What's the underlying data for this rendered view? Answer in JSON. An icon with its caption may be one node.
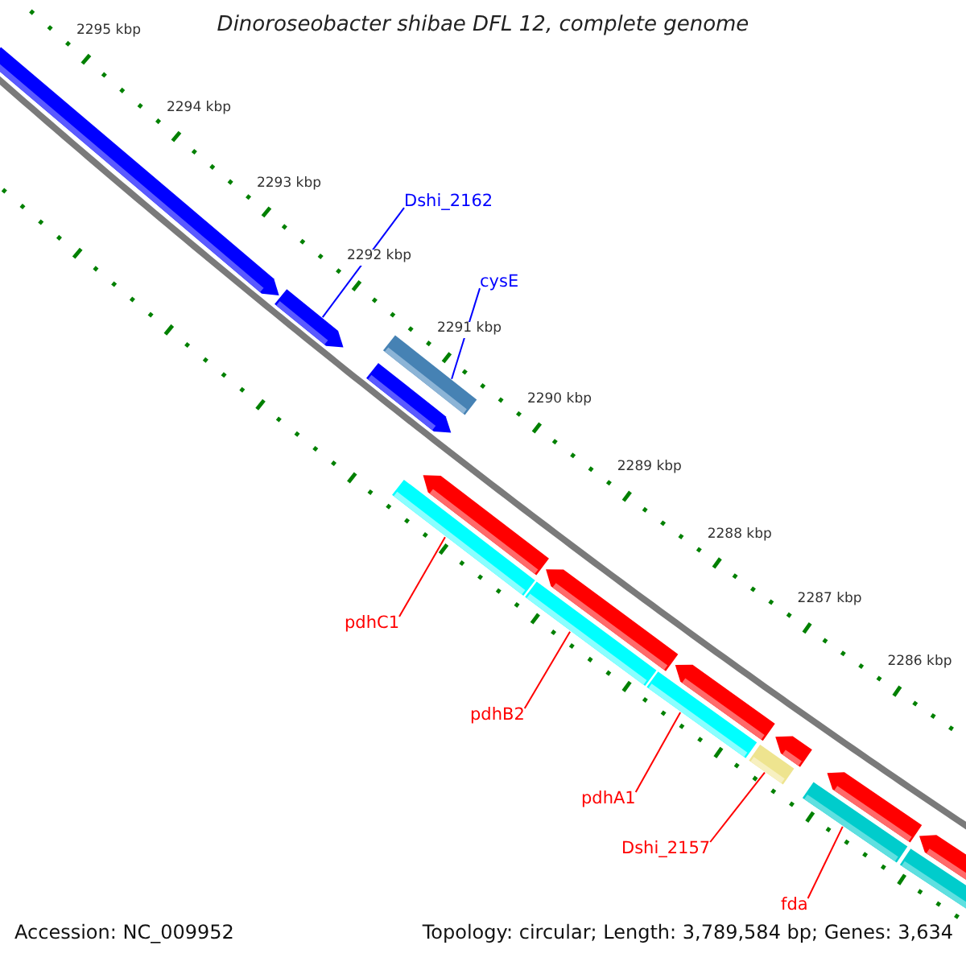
{
  "diagram": {
    "title": "Dinoroseobacter shibae DFL 12, complete genome",
    "nodes": [
      {
        "text": [
          "Dshi_2162"
        ]
      },
      {
        "text": [
          "cysE"
        ]
      },
      {
        "text": [
          "pdhC1"
        ]
      },
      {
        "text": [
          "pdhB2"
        ]
      },
      {
        "text": [
          "pdhA1"
        ]
      },
      {
        "text": [
          "Dshi_2157"
        ]
      },
      {
        "text": [
          "fda"
        ]
      },
      {
        "text": [],
        "shape": "arrow"
      },
      {
        "text": [],
        "shape": "arrow"
      },
      {
        "text": [],
        "shape": "bar"
      },
      {
        "text": [],
        "shape": "arrow"
      },
      {
        "text": [],
        "shape": "bar"
      },
      {
        "text": [],
        "shape": "arrow"
      },
      {
        "text": [],
        "shape": "bar"
      },
      {
        "text": [],
        "shape": "arrow"
      },
      {
        "text": [],
        "shape": "bar"
      },
      {
        "text": [],
        "shape": "arrow"
      },
      {
        "text": [],
        "shape": "bar"
      },
      {
        "text": [],
        "shape": "arrow"
      },
      {
        "text": [],
        "shape": "bar"
      },
      {
        "text": [],
        "shape": "arrow"
      },
      {
        "text": [],
        "shape": "bar"
      },
      {
        "text": [],
        "shape": "arrow"
      }
    ],
    "edges": [
      {
        "from": 0,
        "to": 8,
        "arrow": "none",
        "color": "#0000ff"
      },
      {
        "from": 1,
        "to": 9,
        "arrow": "none",
        "color": "#0000ff"
      },
      {
        "from": 2,
        "to": 11,
        "arrow": "none"
      },
      {
        "from": 3,
        "to": 13,
        "arrow": "none"
      },
      {
        "from": 4,
        "to": 15,
        "arrow": "none"
      },
      {
        "from": 5,
        "to": 17,
        "arrow": "none"
      },
      {
        "from": 6,
        "to": 19,
        "arrow": "none"
      }
    ],
    "labels": [
      "2295 kbp",
      "2294 kbp",
      "2293 kbp",
      "2292 kbp",
      "2291 kbp",
      "2290 kbp",
      "2289 kbp",
      "2288 kbp",
      "2287 kbp",
      "2286 kbp",
      "Accession: NC_009952",
      "Topology: circular; Length: 3,789,584 bp; Genes: 3,634"
    ]
  }
}
